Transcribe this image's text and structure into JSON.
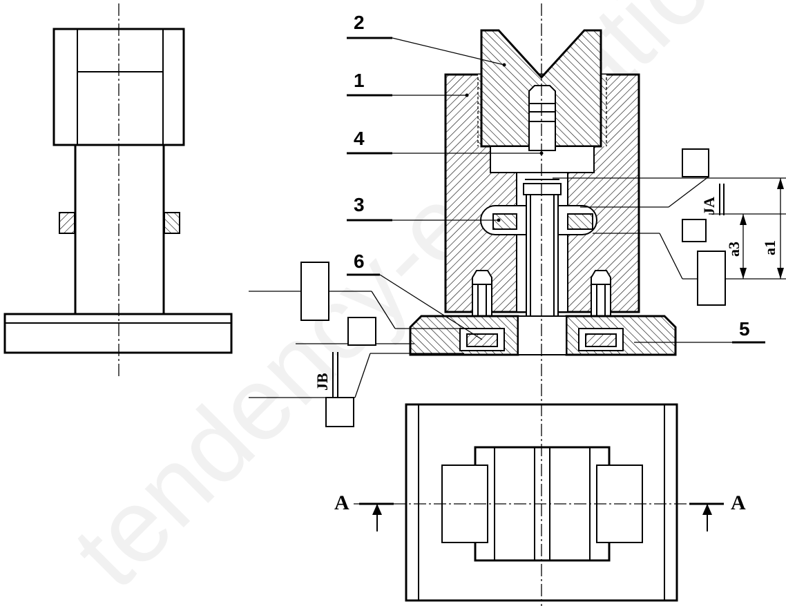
{
  "watermark": "tendency-education.com",
  "callouts": {
    "part_1": "1",
    "part_2": "2",
    "part_3": "3",
    "part_4": "4",
    "part_5": "5",
    "part_6": "6"
  },
  "dimensions": {
    "ja": "JA",
    "jb": "JB",
    "a1": "a1",
    "a3": "a3"
  },
  "section": {
    "left": "A",
    "right": "A"
  }
}
